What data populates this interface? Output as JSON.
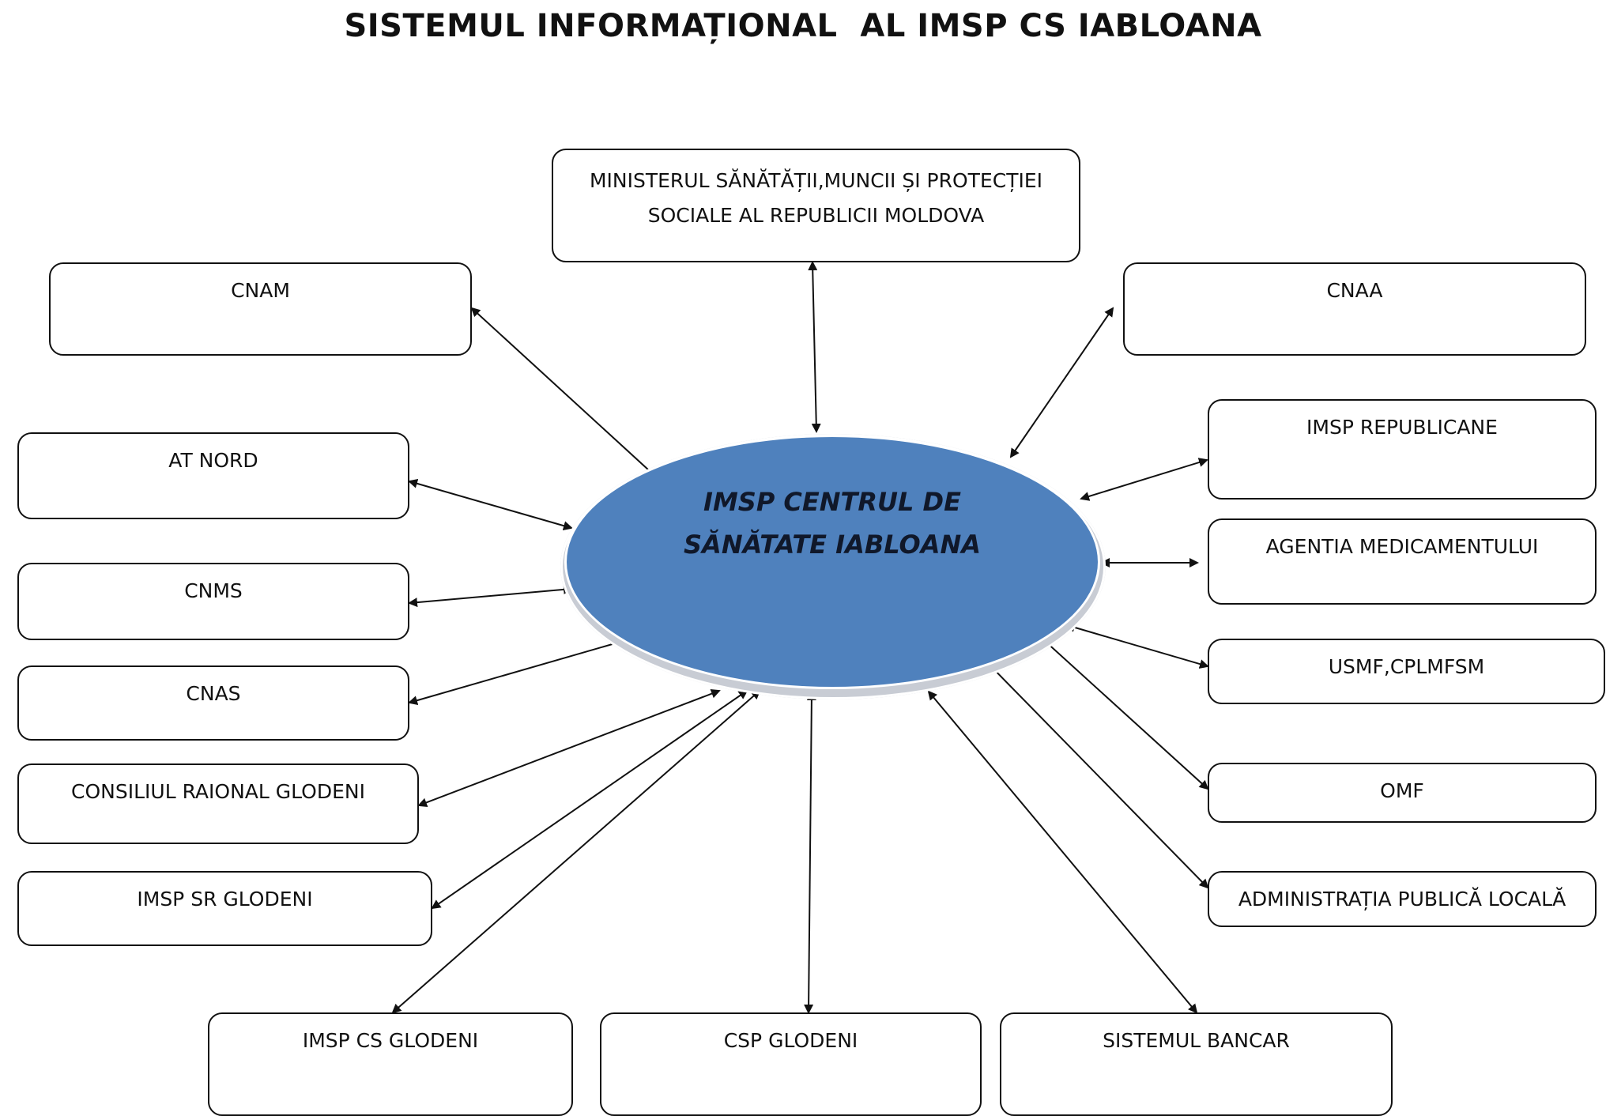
{
  "title": "SISTEMUL INFORMAȚIONAL  AL IMSP CS IABLOANA",
  "center": {
    "label": "IMSP CENTRUL DE\nSĂNĂTATE  IABLOANA",
    "color": "#4f81bd"
  },
  "entities": {
    "ministry": "MINISTERUL SĂNĂTĂȚII,MUNCII ȘI PROTECȚIEI\nSOCIALE AL REPUBLICII MOLDOVA",
    "cnam": "CNAM",
    "cnaa": "CNAA",
    "at_nord": "AT NORD",
    "imsp_republicane": "IMSP REPUBLICANE",
    "cnms": "CNMS",
    "agentia": "AGENTIA MEDICAMENTULUI",
    "cnas": "CNAS",
    "usmf": "USMF,CPLMFSM",
    "consiliul": "CONSILIUL RAIONAL GLODENI",
    "omf": "OMF",
    "imsp_sr": "IMSP SR GLODENI",
    "apl": "ADMINISTRAȚIA PUBLICĂ LOCALĂ",
    "imsp_cs": "IMSP CS GLODENI",
    "csp": "CSP GLODENI",
    "bancar": "SISTEMUL BANCAR"
  }
}
